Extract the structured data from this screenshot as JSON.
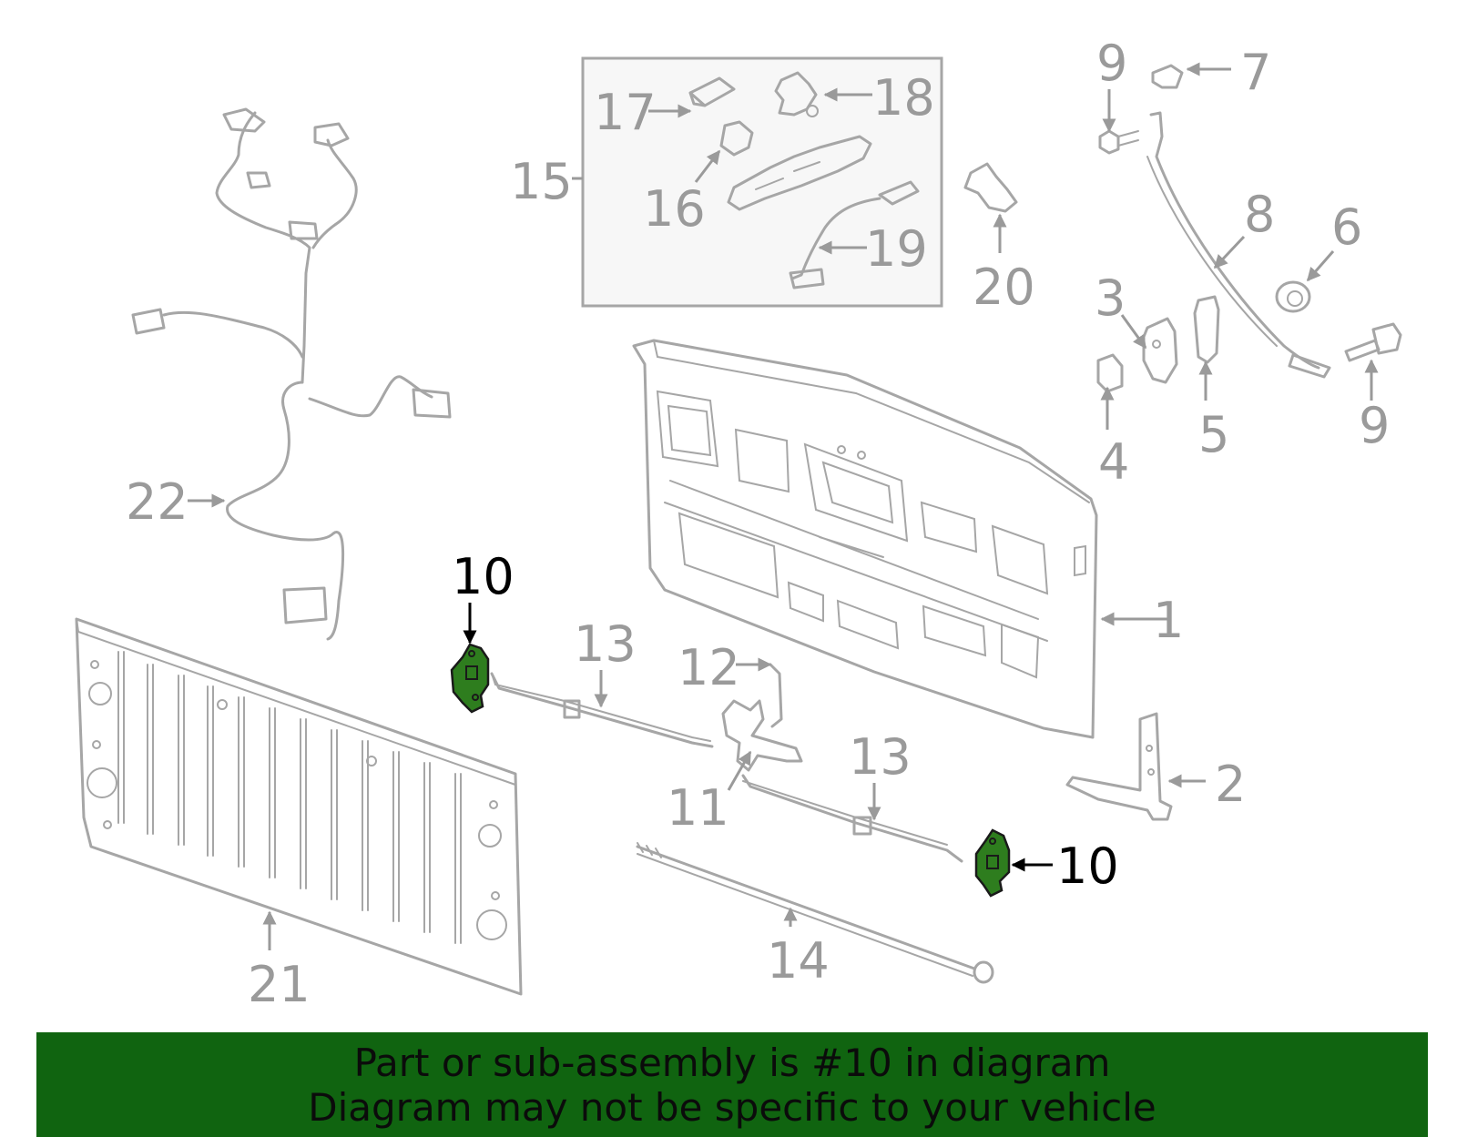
{
  "diagram": {
    "callouts": {
      "c1": "1",
      "c2": "2",
      "c3": "3",
      "c4": "4",
      "c5": "5",
      "c6": "6",
      "c7": "7",
      "c8": "8",
      "c9a": "9",
      "c9b": "9",
      "c10a": "10",
      "c10b": "10",
      "c11": "11",
      "c12": "12",
      "c13a": "13",
      "c13b": "13",
      "c14": "14",
      "c15": "15",
      "c16": "16",
      "c17": "17",
      "c18": "18",
      "c19": "19",
      "c20": "20",
      "c21": "21",
      "c22": "22"
    },
    "highlight_color": "#2e7d1e",
    "highlighted_part": "10"
  },
  "banner": {
    "line1": "Part or sub-assembly is #10 in diagram",
    "line2": "Diagram may not be specific to your vehicle",
    "background": "#106410"
  }
}
